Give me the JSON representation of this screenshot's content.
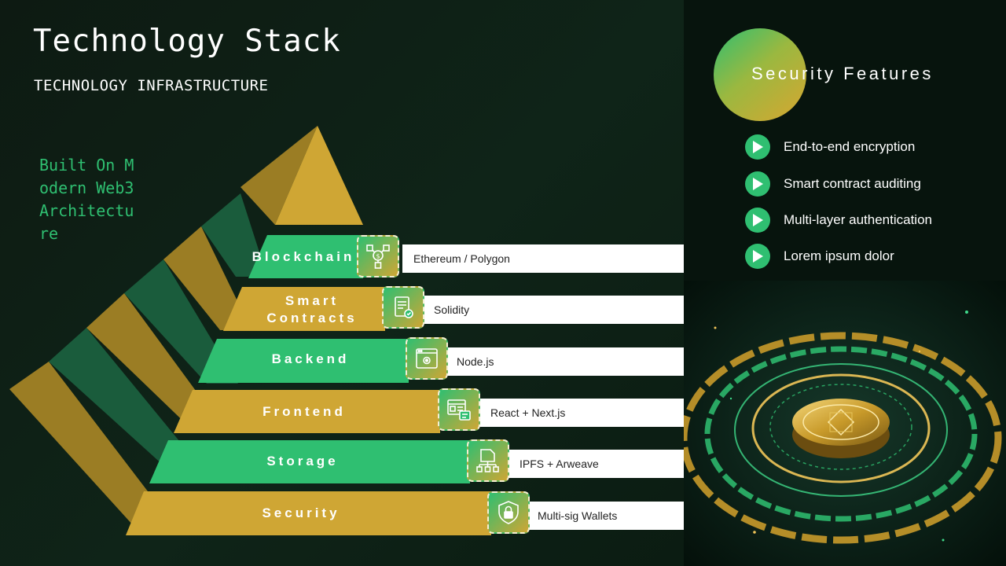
{
  "header": {
    "title": "Technology Stack",
    "subtitle": "TECHNOLOGY INFRASTRUCTURE"
  },
  "tagline": "Built On Modern Web3 Architecture",
  "colors": {
    "green": "#2fbf71",
    "gold": "#cfa634",
    "dark_green": "#1a5c3c",
    "dark_gold": "#9b7d24",
    "background": "#0d1a12"
  },
  "layers": [
    {
      "label": "Blockchain",
      "tech": "Ethereum / Polygon",
      "icon": "blockchain-network-icon"
    },
    {
      "label": "Smart Contracts",
      "tech": "Solidity",
      "icon": "contract-document-icon"
    },
    {
      "label": "Backend",
      "tech": "Node.js",
      "icon": "server-window-gear-icon"
    },
    {
      "label": "Frontend",
      "tech": "React + Next.js",
      "icon": "ui-layout-icon"
    },
    {
      "label": "Storage",
      "tech": "IPFS + Arweave",
      "icon": "file-hierarchy-icon"
    },
    {
      "label": "Security",
      "tech": "Multi-sig Wallets",
      "icon": "shield-lock-icon"
    }
  ],
  "security": {
    "title": "Security Features",
    "features": [
      "End-to-end encryption",
      "Smart contract auditing",
      "Multi-layer authentication",
      "Lorem ipsum dolor"
    ]
  },
  "hero_image": "golden-coin-green-rings-illustration"
}
